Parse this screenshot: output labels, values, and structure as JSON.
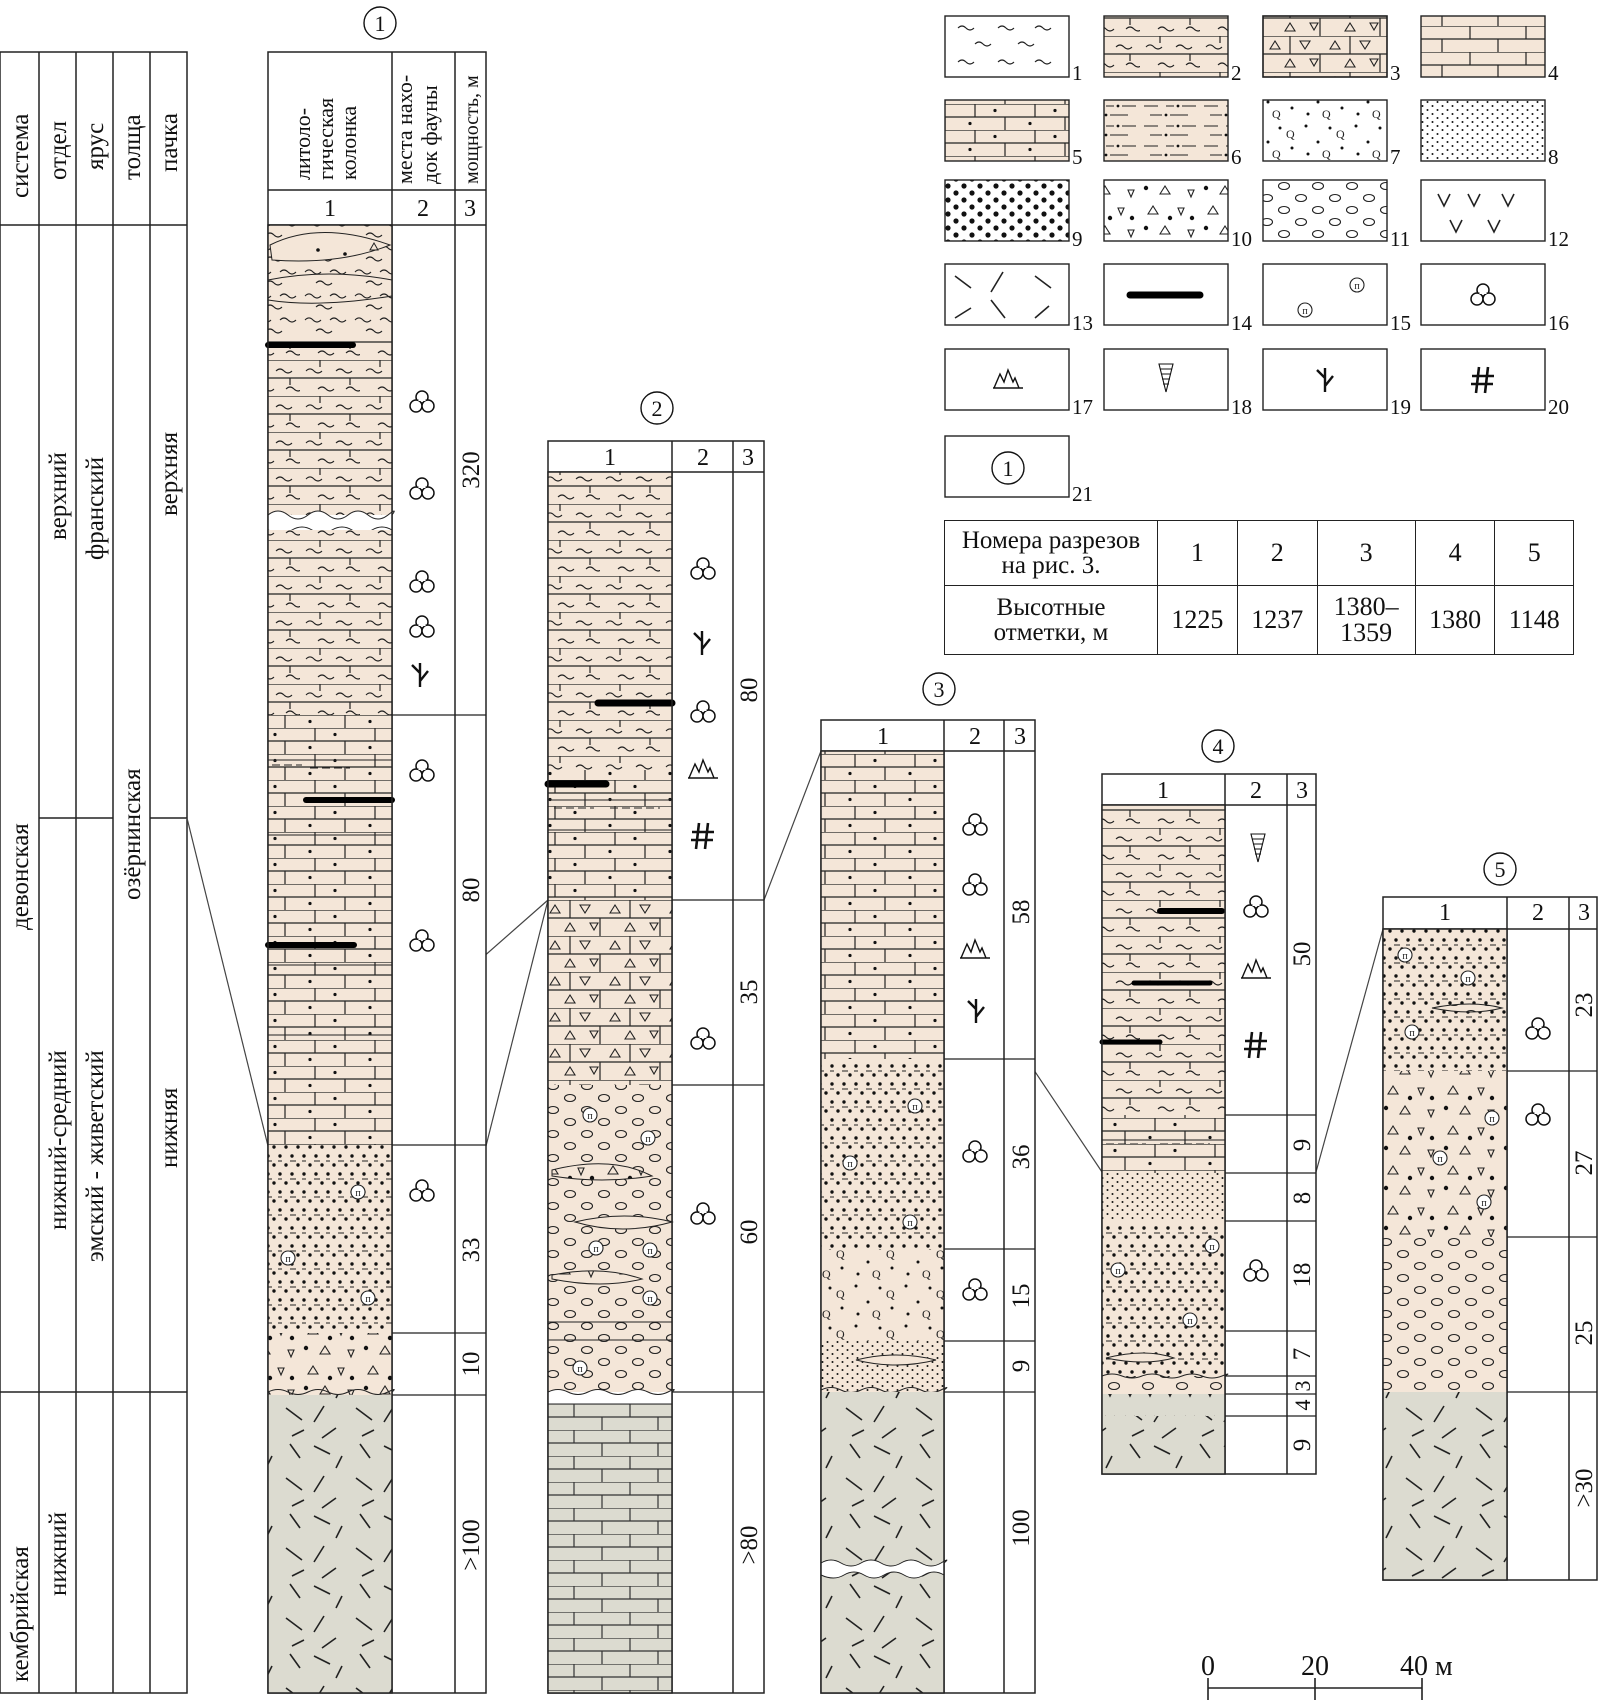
{
  "colors": {
    "devonian_fill": "#f4e6d8",
    "cambrian_fill": "#dcdbd0",
    "line": "#1a1a1a"
  },
  "strat": {
    "headers": [
      "система",
      "отдел",
      "ярус",
      "толща",
      "пачка"
    ],
    "system": [
      "девонская",
      "кембрийская"
    ],
    "series": [
      "верхний",
      "нижний-средний",
      "нижний"
    ],
    "stage": [
      "франский",
      "эмский - живетский"
    ],
    "formation": [
      "озёрнинская"
    ],
    "member": [
      "верхняя",
      "нижняя"
    ]
  },
  "col_heads": {
    "lith": [
      "литоло-",
      "гическая",
      "колонка"
    ],
    "fauna": [
      "места нахо-",
      "док фауны"
    ],
    "thick": "мощность, м",
    "n1": "1",
    "n2": "2",
    "n3": "3"
  },
  "sections": [
    {
      "id": "1",
      "thickness": [
        "320",
        "80",
        "33",
        "10",
        ">100"
      ]
    },
    {
      "id": "2",
      "thickness": [
        "80",
        "35",
        "60",
        ">80"
      ]
    },
    {
      "id": "3",
      "thickness": [
        "58",
        "36",
        "15",
        "9",
        "100"
      ]
    },
    {
      "id": "4",
      "thickness": [
        "50",
        "9",
        "8",
        "18",
        "7",
        "3",
        "4",
        "9"
      ]
    },
    {
      "id": "5",
      "thickness": [
        "23",
        "27",
        "25",
        ">30"
      ]
    }
  ],
  "legend": {
    "numbers": [
      "1",
      "2",
      "3",
      "4",
      "5",
      "6",
      "7",
      "8",
      "9",
      "10",
      "11",
      "12",
      "13",
      "14",
      "15",
      "16",
      "17",
      "18",
      "19",
      "20",
      "21"
    ],
    "icons": [
      "wavy-shale",
      "wavy-limestone",
      "triangle-limestone",
      "limestone",
      "dotted-limestone",
      "silty-dashes",
      "gravelly-sand",
      "fine-sand",
      "coarse-sand",
      "breccia",
      "conglomerate",
      "volcanic-v",
      "intrusive-dashes",
      "lens",
      "phosphate-nodules",
      "fossil-clover",
      "fossil-crown",
      "fossil-cone",
      "fossil-fork",
      "hash",
      "section-number"
    ],
    "section_label": "1"
  },
  "elev_table": {
    "row1_label": "Номера разрезов на рис. 3.",
    "row1_l1": "Номера разрезов",
    "row1_l2": "на рис. 3.",
    "row2_l1": "Высотные",
    "row2_l2": "отметки, м",
    "nums": [
      "1",
      "2",
      "3",
      "4",
      "5"
    ],
    "elev": [
      "1225",
      "1237",
      "1380–1359",
      "1380",
      "1148"
    ],
    "elev3_a": "1380–",
    "elev3_b": "1359"
  },
  "scale": {
    "labels": [
      "0",
      "20",
      "40 м"
    ]
  }
}
